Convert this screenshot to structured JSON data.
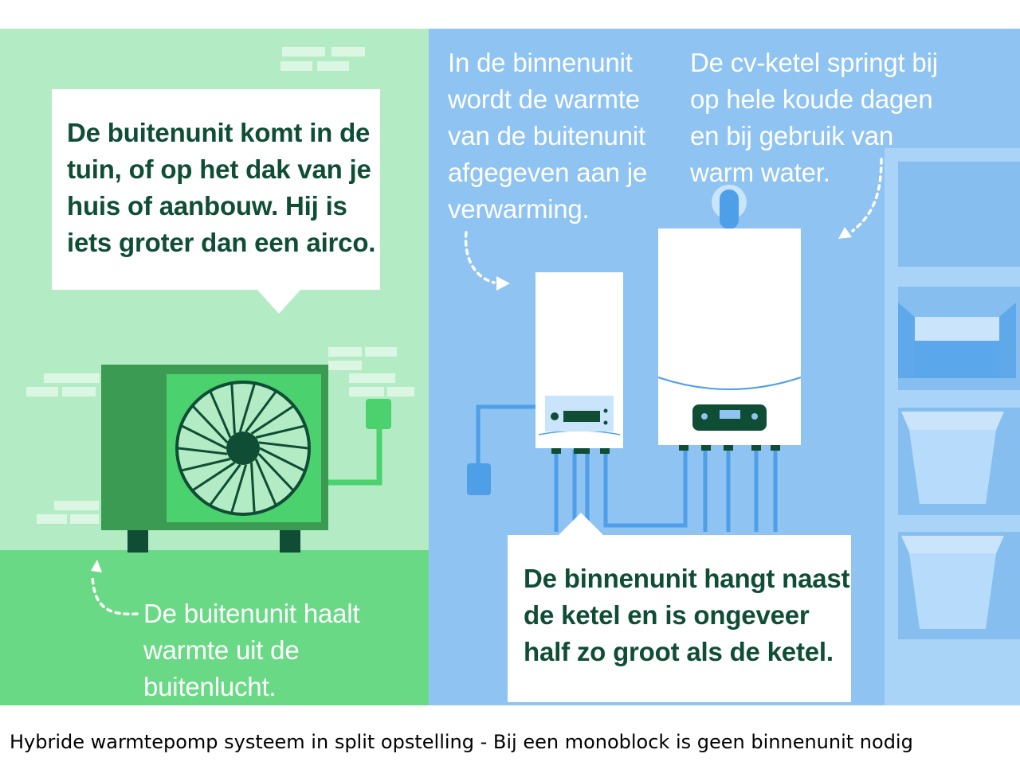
{
  "left_panel": {
    "speech_bubble_lines": [
      "De buitenunit komt in de",
      "tuin, of op het dak van je",
      "huis of aanbouw. Hij is",
      "iets groter dan een airco."
    ],
    "ground_label_lines": [
      "De buitenunit haalt",
      "warmte uit de",
      "buitenlucht."
    ]
  },
  "right_panel": {
    "indoor_label_lines": [
      "In de binnenunit",
      "wordt de warmte",
      "van de buitenunit",
      "afgegeven aan je",
      "verwarming."
    ],
    "boiler_label_lines": [
      "De cv-ketel springt bij",
      "op hele koude dagen",
      "en bij gebruik van",
      "warm water."
    ],
    "info_box_lines": [
      "De binnenunit hangt naast",
      "de ketel en is ongeveer",
      "half zo groot als de ketel."
    ]
  },
  "caption": "Hybride warmtepomp systeem in split opstelling - Bij een monoblock is geen binnenunit nodig",
  "colors": {
    "left_bg": "#b3ecc4",
    "ground": "#6ad986",
    "right_bg": "#8ec3f2",
    "shelf": "#a9d4f8",
    "dark_green": "#0f4d35",
    "outdoor_unit": "#3c9b52",
    "fan_panel": "#4bd16d",
    "pipe_blue": "#4e9ee8"
  }
}
